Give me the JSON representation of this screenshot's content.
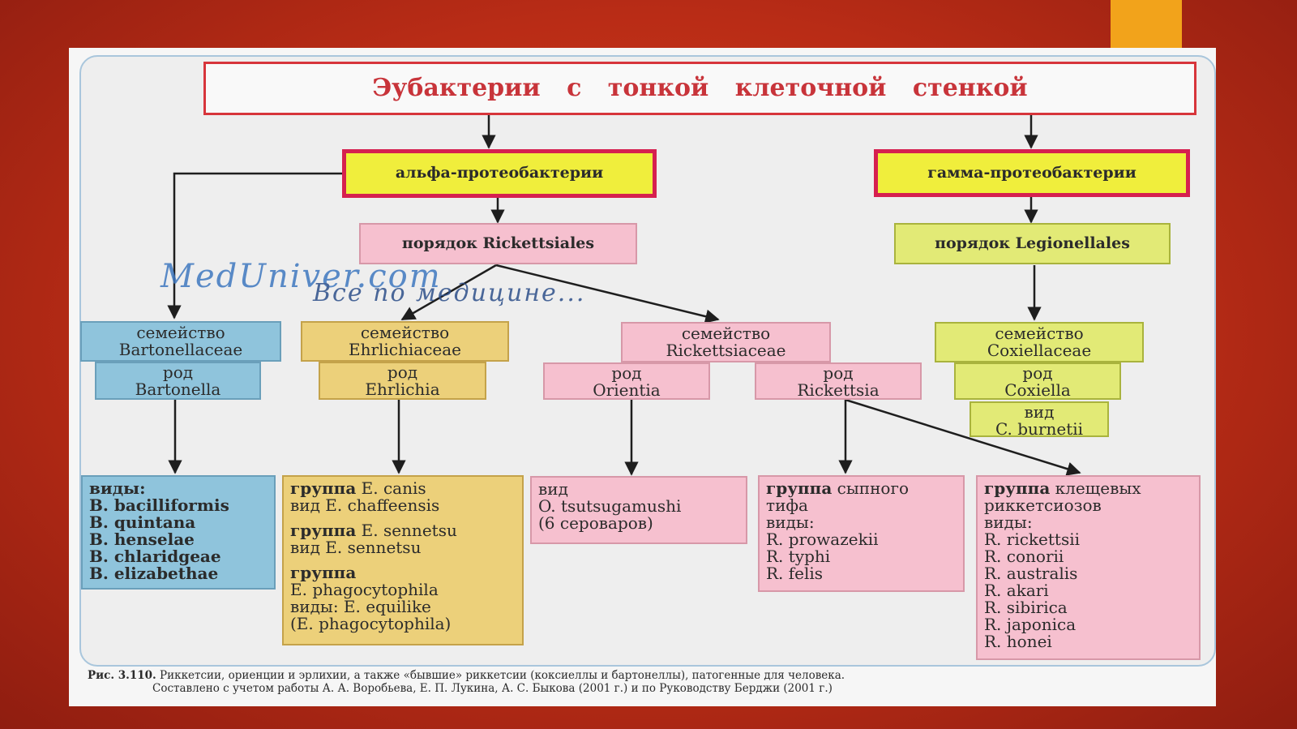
{
  "title": "Эубактерии с тонкой клеточной стенкой",
  "alpha": "альфа-протеобактерии",
  "gamma": "гамма-протеобактерии",
  "order_rick": "порядок Rickettsiales",
  "order_leg": "порядок Legionellales",
  "watermark": {
    "line1": "MedUniver.com",
    "line2": "Все по медицине..."
  },
  "families": {
    "bartonellaceae": {
      "label": "семейство",
      "name": "Bartonellaceae"
    },
    "ehrlichiaceae": {
      "label": "семейство",
      "name": "Ehrlichiaceae"
    },
    "rickettsiaceae": {
      "label": "семейство",
      "name": "Rickettsiaceae"
    },
    "coxiellaceae": {
      "label": "семейство",
      "name": "Coxiellaceae"
    }
  },
  "genera": {
    "bartonella": {
      "label": "род",
      "name": "Bartonella"
    },
    "ehrlichia": {
      "label": "род",
      "name": "Ehrlichia"
    },
    "orientia": {
      "label": "род",
      "name": "Orientia"
    },
    "rickettsia": {
      "label": "род",
      "name": "Rickettsia"
    },
    "coxiella": {
      "label": "род",
      "name": "Coxiella"
    }
  },
  "coxiella_species": {
    "label": "вид",
    "name": "C. burnetii"
  },
  "lists": {
    "bartonella": {
      "head": "виды:",
      "items": [
        "B. bacilliformis",
        "B. quintana",
        "B. henselae",
        "B. chlaridgeae",
        "B. elizabethae"
      ]
    },
    "ehrlichia": {
      "g1_bold": "группа",
      "g1_rest": " E. canis",
      "g1_line2": "вид E. chaffeensis",
      "g2_bold": "группа",
      "g2_rest": " E. sennetsu",
      "g2_line2": "вид E. sennetsu",
      "g3_bold": "группа",
      "g3_line2": "E. phagocytophila",
      "g3_line3": "виды: E. equilike",
      "g3_line4": "(E. phagocytophila)"
    },
    "orientia": {
      "line1": "вид",
      "line2": "O. tsutsugamushi",
      "line3": "(6 сероваров)"
    },
    "typhus": {
      "bold": "группа",
      "rest": " сыпного",
      "line2": "тифа",
      "line3": "виды:",
      "items": [
        "R. prowazekii",
        "R. typhi",
        "R. felis"
      ]
    },
    "tick": {
      "bold": "группа",
      "rest": " клещевых",
      "line2": "риккетсиозов",
      "line3": "виды:",
      "items": [
        "R. rickettsii",
        "R. conorii",
        "R. australis",
        "R. akari",
        "R. sibirica",
        "R. japonica",
        "R. honei"
      ]
    }
  },
  "caption": {
    "fig": "Рис. 3.110.",
    "line1": " Риккетсии, ориенции и эрлихии, а также «бывшие» риккетсии (коксиеллы и бартонеллы), патогенные для человека.",
    "line2": "Составлено с учетом работы А. А. Воробьева, Е. П. Лукина, А. С. Быкова (2001 г.) и по Руководству Берджи (2001 г.)"
  },
  "colors": {
    "background": "#b92c16",
    "accent": "#f2a31b",
    "title_red": "#c8343a",
    "yellow": "#f0ee3c",
    "pink": "#f6c0cf",
    "lime": "#e2ea76",
    "blue": "#8fc4dc",
    "gold": "#ecd07a"
  }
}
